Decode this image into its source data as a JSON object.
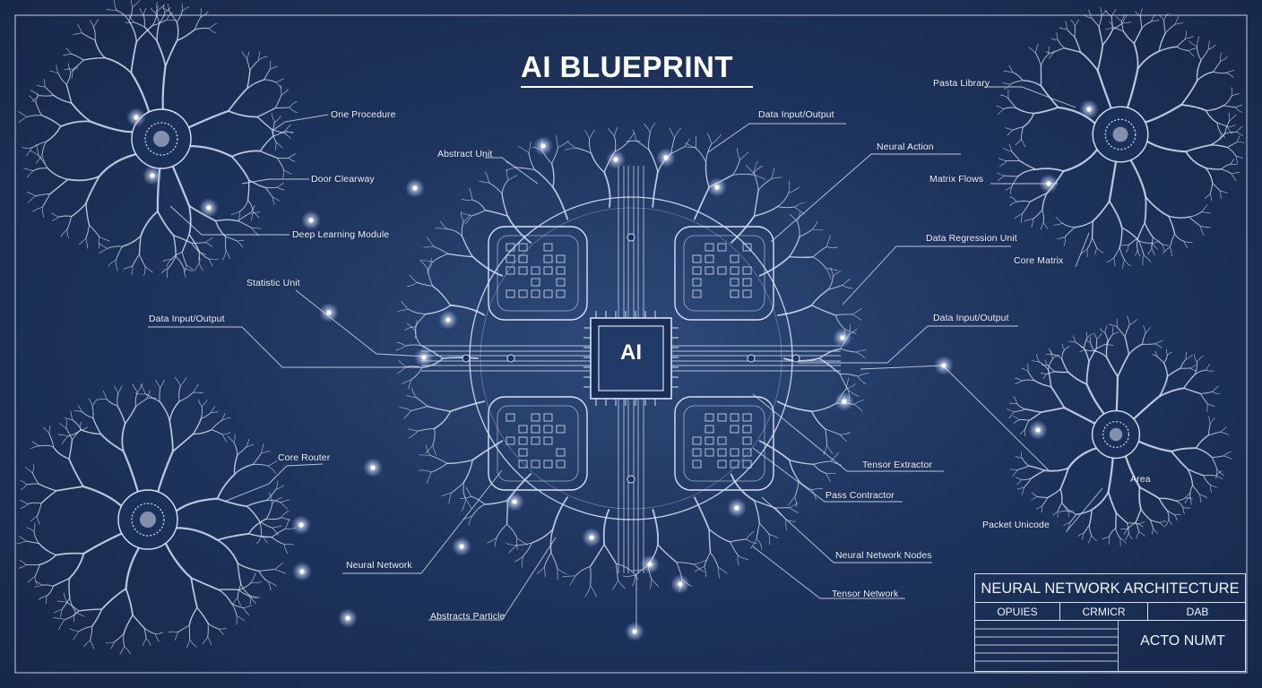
{
  "title": "AI BLUEPRINT",
  "chip_label": "AI",
  "colors": {
    "background": "#1f355e",
    "line": "#d7e2f5",
    "glow": "#ffffff"
  },
  "labels": [
    {
      "id": "one-procedure",
      "text": "One Procedure"
    },
    {
      "id": "door-clearway",
      "text": "Door Clearway"
    },
    {
      "id": "deep-learning-module",
      "text": "Deep Learning Module"
    },
    {
      "id": "statistic-unit",
      "text": "Statistic Unit"
    },
    {
      "id": "data-input-output-left",
      "text": "Data Input/Output"
    },
    {
      "id": "core-router",
      "text": "Core Router"
    },
    {
      "id": "neural-network",
      "text": "Neural Network"
    },
    {
      "id": "abstracts-particle",
      "text": "Abstracts Particle"
    },
    {
      "id": "abstract-unit",
      "text": "Abstract Unit"
    },
    {
      "id": "data-input-output-top",
      "text": "Data Input/Output"
    },
    {
      "id": "neural-action",
      "text": "Neural Action"
    },
    {
      "id": "data-regression-unit",
      "text": "Data Regression Unit"
    },
    {
      "id": "data-input-output-right",
      "text": "Data Input/Output"
    },
    {
      "id": "tensor-extractor",
      "text": "Tensor Extractor"
    },
    {
      "id": "pass-contractor",
      "text": "Pass Contractor"
    },
    {
      "id": "neural-network-nodes",
      "text": "Neural Network Nodes"
    },
    {
      "id": "tensor-network",
      "text": "Tensor Network"
    },
    {
      "id": "pasta-library",
      "text": "Pasta Library"
    },
    {
      "id": "matrix-flows",
      "text": "Matrix Flows"
    },
    {
      "id": "core-matrix",
      "text": "Core Matrix"
    },
    {
      "id": "area",
      "text": "Area"
    },
    {
      "id": "packet-unicode",
      "text": "Packet Unicode"
    }
  ],
  "title_block": {
    "name": "NEURAL NETWORK ARCHITECTURE",
    "columns": [
      "OPUIES",
      "CRMICR",
      "DAB"
    ],
    "field": "ACTO NUMT"
  }
}
